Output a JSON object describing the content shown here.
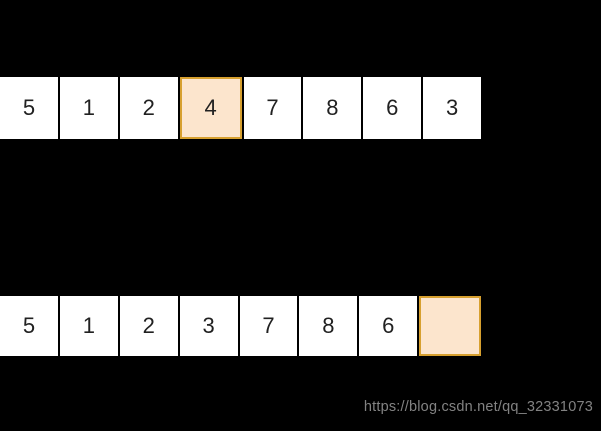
{
  "colors": {
    "background": "#000000",
    "cell_bg": "#ffffff",
    "cell_text": "#212121",
    "highlight_bg": "#fce5cd",
    "highlight_border": "#d7a02f",
    "watermark_text": "#828282"
  },
  "diagram": {
    "description": "array visualization with highlighted cells",
    "arrays": [
      {
        "name": "array-top",
        "cells": [
          {
            "value": "5",
            "highlighted": false
          },
          {
            "value": "1",
            "highlighted": false
          },
          {
            "value": "2",
            "highlighted": false
          },
          {
            "value": "4",
            "highlighted": true
          },
          {
            "value": "7",
            "highlighted": false
          },
          {
            "value": "8",
            "highlighted": false
          },
          {
            "value": "6",
            "highlighted": false
          },
          {
            "value": "3",
            "highlighted": false
          }
        ]
      },
      {
        "name": "array-bottom",
        "cells": [
          {
            "value": "5",
            "highlighted": false
          },
          {
            "value": "1",
            "highlighted": false
          },
          {
            "value": "2",
            "highlighted": false
          },
          {
            "value": "3",
            "highlighted": false
          },
          {
            "value": "7",
            "highlighted": false
          },
          {
            "value": "8",
            "highlighted": false
          },
          {
            "value": "6",
            "highlighted": false
          },
          {
            "value": "",
            "highlighted": true
          }
        ]
      }
    ]
  },
  "watermark": "https://blog.csdn.net/qq_32331073"
}
